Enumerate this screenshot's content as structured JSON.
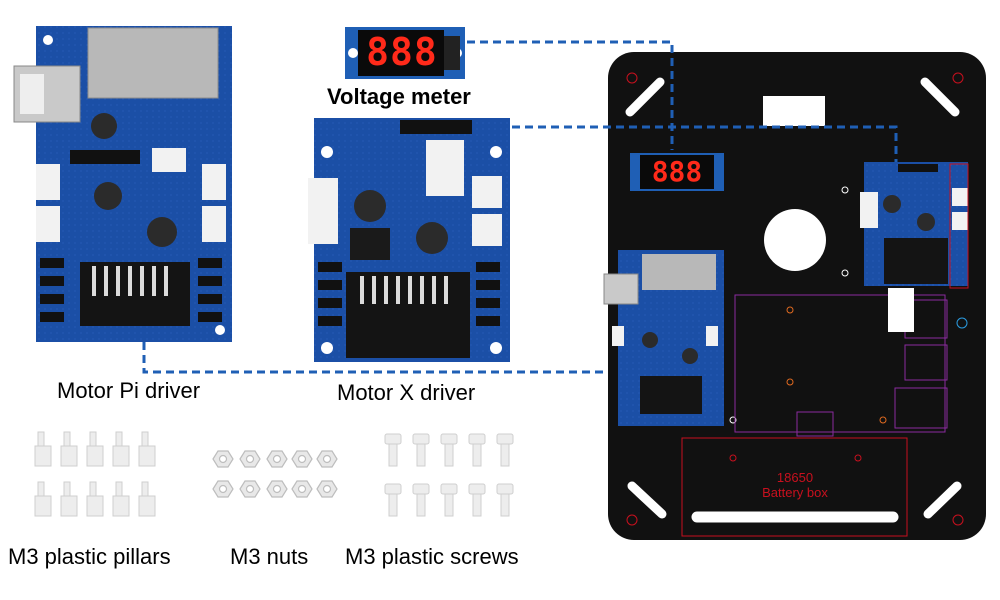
{
  "labels": {
    "voltage_meter": "Voltage meter",
    "motor_pi_driver": "Motor Pi driver",
    "motor_x_driver": "Motor X driver",
    "m3_pillars": "M3 plastic pillars",
    "m3_nuts": "M3 nuts",
    "m3_screws": "M3 plastic screws"
  },
  "display": {
    "meter_digits": "888",
    "plate_meter_digits": "888"
  },
  "battery_box": {
    "line1": "18650",
    "line2": "Battery box"
  },
  "colors": {
    "pcb_blue": "#1a4fa8",
    "plate_black": "#111111",
    "connector_line": "#1f5fb5",
    "battery_outline": "#c8101e",
    "outline_purple": "#8a2a9e",
    "display_red": "#ff2a1a"
  }
}
